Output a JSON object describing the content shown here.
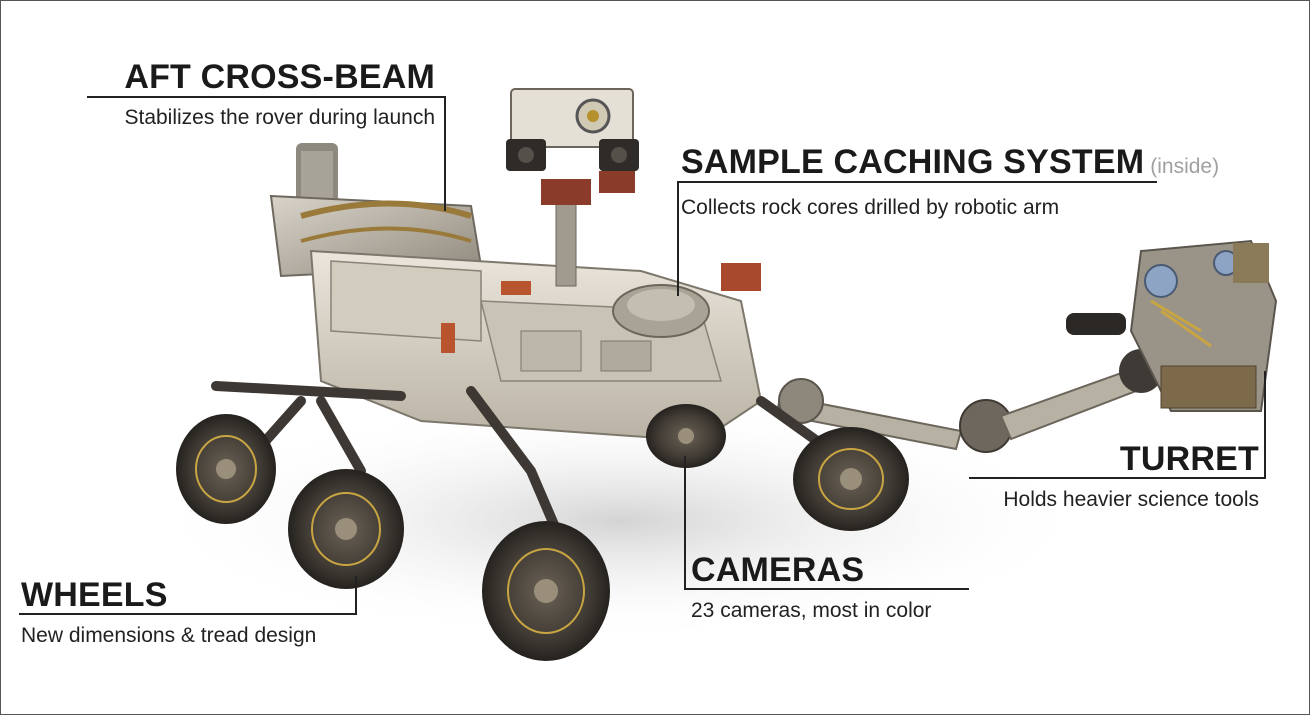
{
  "callouts": {
    "aft_cross_beam": {
      "title": "AFT CROSS-BEAM",
      "desc": "Stabilizes the rover during launch"
    },
    "sample_caching": {
      "title": "SAMPLE CACHING SYSTEM",
      "note": "(inside)",
      "desc": "Collects rock cores drilled by robotic arm"
    },
    "turret": {
      "title": "TURRET",
      "desc": "Holds heavier science tools"
    },
    "cameras": {
      "title": "CAMERAS",
      "desc": "23 cameras, most in color"
    },
    "wheels": {
      "title": "WHEELS",
      "desc": "New dimensions & tread design"
    }
  },
  "colors": {
    "text": "#1a1a1a",
    "note": "#a0a0a0",
    "rover_body": "#d8d2c4",
    "rover_dark": "#3a3530"
  }
}
